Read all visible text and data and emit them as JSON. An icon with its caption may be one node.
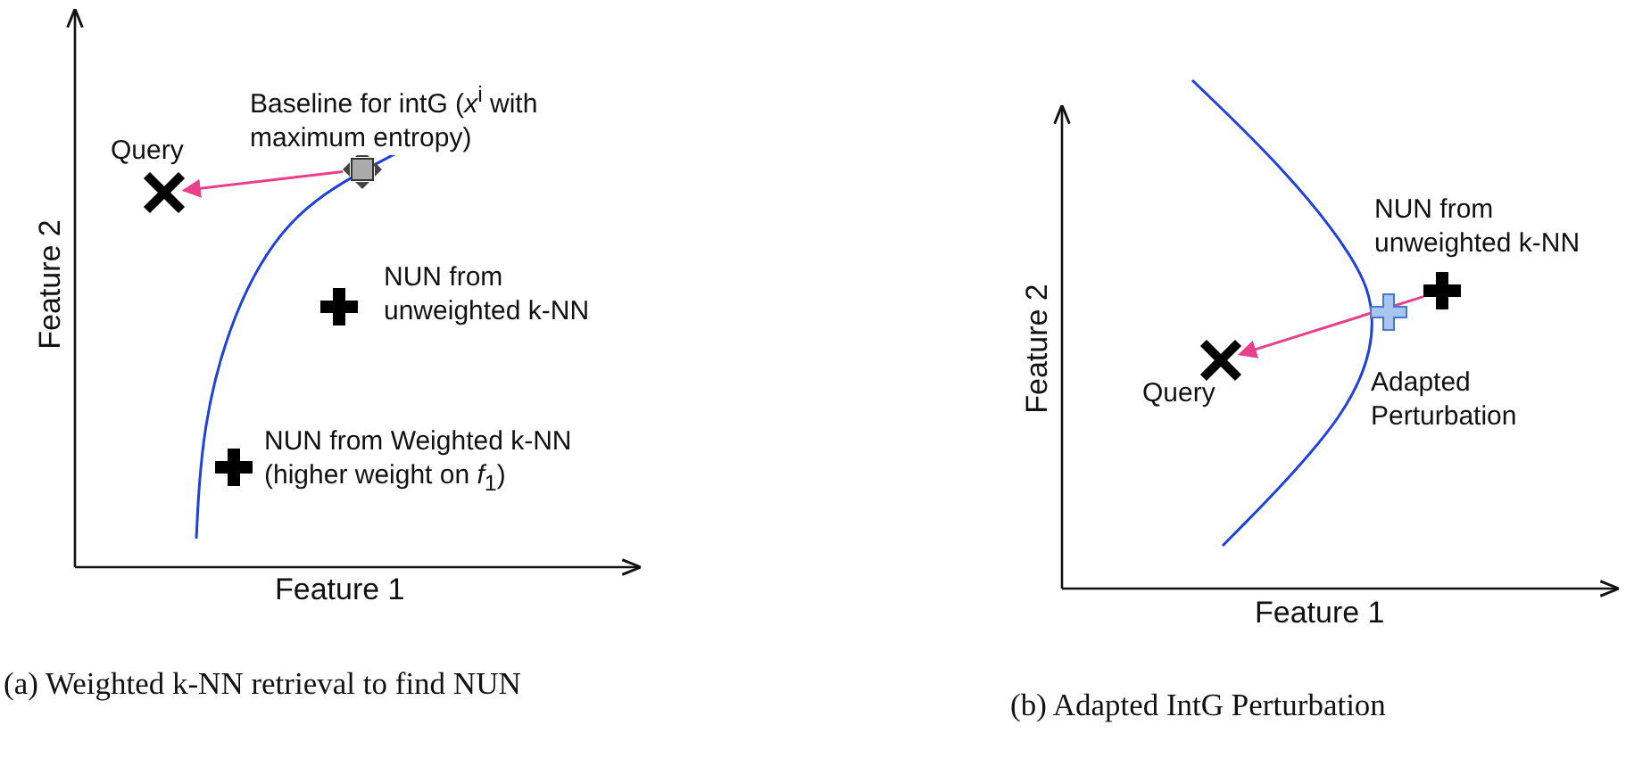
{
  "diagram": {
    "nodes": [
      {
        "text": [],
        "shape": "cross",
        "beside": [
          "Query"
        ]
      },
      {
        "text": [],
        "shape": "box",
        "beside": [
          "Baseline for intG (*x*$^{i}$ with maximum entropy)"
        ]
      },
      {
        "text": [],
        "shape": "plus",
        "beside": [
          "NUN from unweighted k-NN"
        ]
      },
      {
        "text": [],
        "shape": "plus",
        "beside": [
          "NUN from Weighted k-NN (higher weight on *f*$_{1}$)"
        ]
      },
      {
        "text": [],
        "shape": "plus",
        "beside": [
          "Adapted Perturbation"
        ]
      },
      {
        "text": [],
        "shape": "plus",
        "beside": [
          "NUN from unweighted k-NN"
        ]
      },
      {
        "text": [],
        "shape": "cross",
        "beside": [
          "Query"
        ]
      }
    ],
    "edges": [
      {
        "from": 1,
        "to": 0,
        "arrow": "to"
      },
      {
        "from": 5,
        "to": 6,
        "arrow": "to"
      }
    ],
    "labels": [
      "Feature 2",
      "Feature 1",
      "Feature 2",
      "Feature 1",
      "(a) Weighted k-NN retrieval to find NUN",
      "(b) Adapted IntG Perturbation"
    ]
  }
}
